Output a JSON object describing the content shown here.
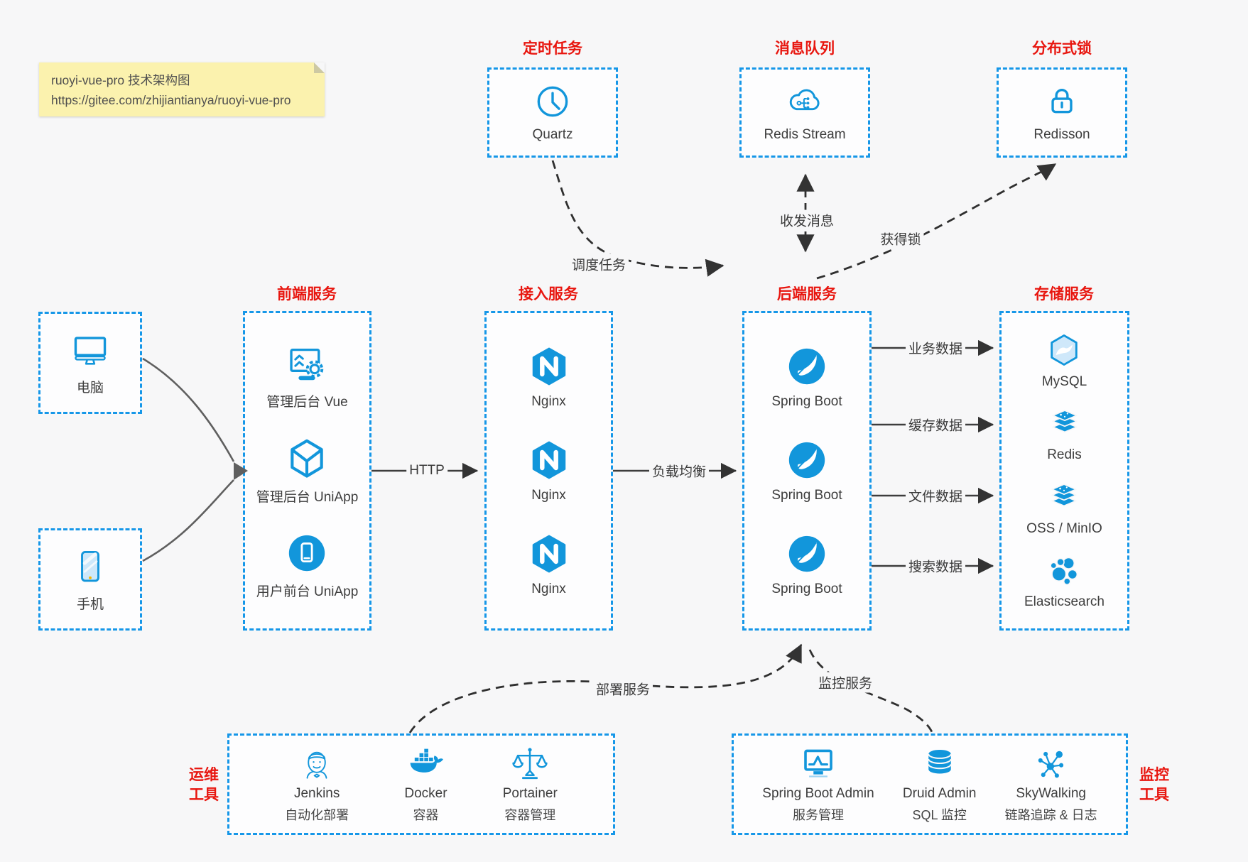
{
  "colors": {
    "accent_blue": "#1296db",
    "dashed_border_blue": "#1697e8",
    "title_red": "#e8160f",
    "note_bg": "#fbf2ae",
    "arrow_dark": "#333333",
    "background": "#f7f7f8"
  },
  "note": {
    "line1": "ruoyi-vue-pro 技术架构图",
    "line2": "https://gitee.com/zhijiantianya/ruoyi-vue-pro"
  },
  "top_groups": [
    {
      "title": "定时任务",
      "item": {
        "icon": "clock-icon",
        "label": "Quartz"
      }
    },
    {
      "title": "消息队列",
      "item": {
        "icon": "cloud-stream-icon",
        "label": "Redis Stream"
      }
    },
    {
      "title": "分布式锁",
      "item": {
        "icon": "lock-icon",
        "label": "Redisson"
      }
    }
  ],
  "clients": [
    {
      "icon": "desktop-icon",
      "label": "电脑"
    },
    {
      "icon": "phone-icon",
      "label": "手机"
    }
  ],
  "service_groups": [
    {
      "title": "前端服务",
      "items": [
        {
          "icon": "admin-vue-icon",
          "label": "管理后台 Vue"
        },
        {
          "icon": "cube-icon",
          "label": "管理后台 UniApp"
        },
        {
          "icon": "user-app-icon",
          "label": "用户前台 UniApp"
        }
      ]
    },
    {
      "title": "接入服务",
      "items": [
        {
          "icon": "nginx-icon",
          "label": "Nginx"
        },
        {
          "icon": "nginx-icon",
          "label": "Nginx"
        },
        {
          "icon": "nginx-icon",
          "label": "Nginx"
        }
      ]
    },
    {
      "title": "后端服务",
      "items": [
        {
          "icon": "spring-icon",
          "label": "Spring Boot"
        },
        {
          "icon": "spring-icon",
          "label": "Spring Boot"
        },
        {
          "icon": "spring-icon",
          "label": "Spring Boot"
        }
      ]
    },
    {
      "title": "存储服务",
      "items": [
        {
          "icon": "mysql-icon",
          "label": "MySQL"
        },
        {
          "icon": "stack-icon",
          "label": "Redis"
        },
        {
          "icon": "stack-icon",
          "label": "OSS / MinIO"
        },
        {
          "icon": "elasticsearch-icon",
          "label": "Elasticsearch"
        }
      ]
    }
  ],
  "tool_groups": [
    {
      "title_line1": "运维",
      "title_line2": "工具",
      "items": [
        {
          "icon": "jenkins-icon",
          "label": "Jenkins",
          "sublabel": "自动化部署"
        },
        {
          "icon": "docker-icon",
          "label": "Docker",
          "sublabel": "容器"
        },
        {
          "icon": "portainer-icon",
          "label": "Portainer",
          "sublabel": "容器管理"
        }
      ]
    },
    {
      "title_line1": "监控",
      "title_line2": "工具",
      "items": [
        {
          "icon": "sba-icon",
          "label": "Spring Boot Admin",
          "sublabel": "服务管理"
        },
        {
          "icon": "druid-icon",
          "label": "Druid Admin",
          "sublabel": "SQL 监控"
        },
        {
          "icon": "skywalking-icon",
          "label": "SkyWalking",
          "sublabel": "链路追踪 & 日志"
        }
      ]
    }
  ],
  "edge_labels": {
    "http": "HTTP",
    "load_balance": "负载均衡",
    "schedule": "调度任务",
    "message": "收发消息",
    "lock": "获得锁",
    "business_data": "业务数据",
    "cache_data": "缓存数据",
    "file_data": "文件数据",
    "search_data": "搜索数据",
    "deploy": "部署服务",
    "monitor": "监控服务"
  }
}
